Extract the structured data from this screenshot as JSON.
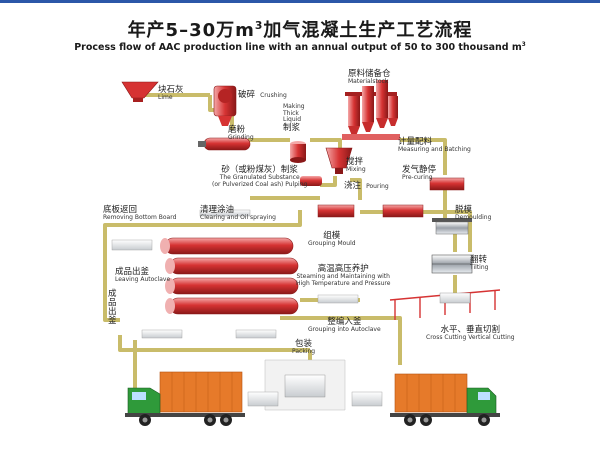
{
  "header": {
    "title_zh_main": "年产5–30万m",
    "title_zh_sup": "3",
    "title_zh_rest": "加气混凝土生产工艺流程",
    "title_en_main": "Process flow of AAC production line with an annual output of 50 to 300 thousand m",
    "title_en_sup": "3"
  },
  "stages": {
    "lime": {
      "zh": "块石灰",
      "en": "Lime"
    },
    "crushing": {
      "zh": "破碎",
      "en": "Crushing"
    },
    "grinding": {
      "zh": "磨粉",
      "en": "Grinding"
    },
    "slurry": {
      "en": "Making Thick Liquid",
      "zh": "制浆"
    },
    "material_stock": {
      "zh": "原料储备仓",
      "en": "Materialstock"
    },
    "measuring": {
      "zh": "计量配料",
      "en": "Measuring and Batching"
    },
    "mixing": {
      "zh": "搅拌",
      "en": "Mixing"
    },
    "pouring": {
      "zh": "浇注",
      "en": "Pouring"
    },
    "pulping": {
      "zh": "砂（或粉煤灰）制浆",
      "en1": "The Granulated Substance",
      "en2": "(or Pulverized Coal ash) Pulping"
    },
    "pre_curing": {
      "zh": "发气静停",
      "en": "Pre-curing"
    },
    "bottom_board": {
      "zh": "底板返回",
      "en": "Removing Bottom Board"
    },
    "oil_spraying": {
      "zh": "清理涂油",
      "en": "Clearing and Oil spraying"
    },
    "demoulding": {
      "zh": "脱模",
      "en": "Demoulding"
    },
    "grouping_mould": {
      "zh": "组模",
      "en": "Grouping Mould"
    },
    "leaving_autoclave": {
      "zh": "成品出釜",
      "en": "Leaving Autoclave"
    },
    "finished": {
      "zh": "成品出釜"
    },
    "steaming": {
      "zh": "高温高压养护",
      "en1": "Steaming and Maintaining with",
      "en2": "High Temperature and Pressure"
    },
    "tilting": {
      "zh": "翻转",
      "en": "Tilting"
    },
    "grouping_autoclave": {
      "zh": "整编入釜",
      "en": "Grouping into Autoclave"
    },
    "cutting": {
      "zh": "水平、垂直切割",
      "en": "Cross Cutting Vertical Cutting"
    },
    "packing": {
      "zh": "包装",
      "en": "Packing"
    }
  },
  "colors": {
    "pipe": "#c9bc6a",
    "red": "#d83a3a",
    "pink": "#e8a0a0",
    "truck_cab": "#2f9a3a",
    "cargo": "#e67a2a",
    "bar": "#2b57a8"
  }
}
